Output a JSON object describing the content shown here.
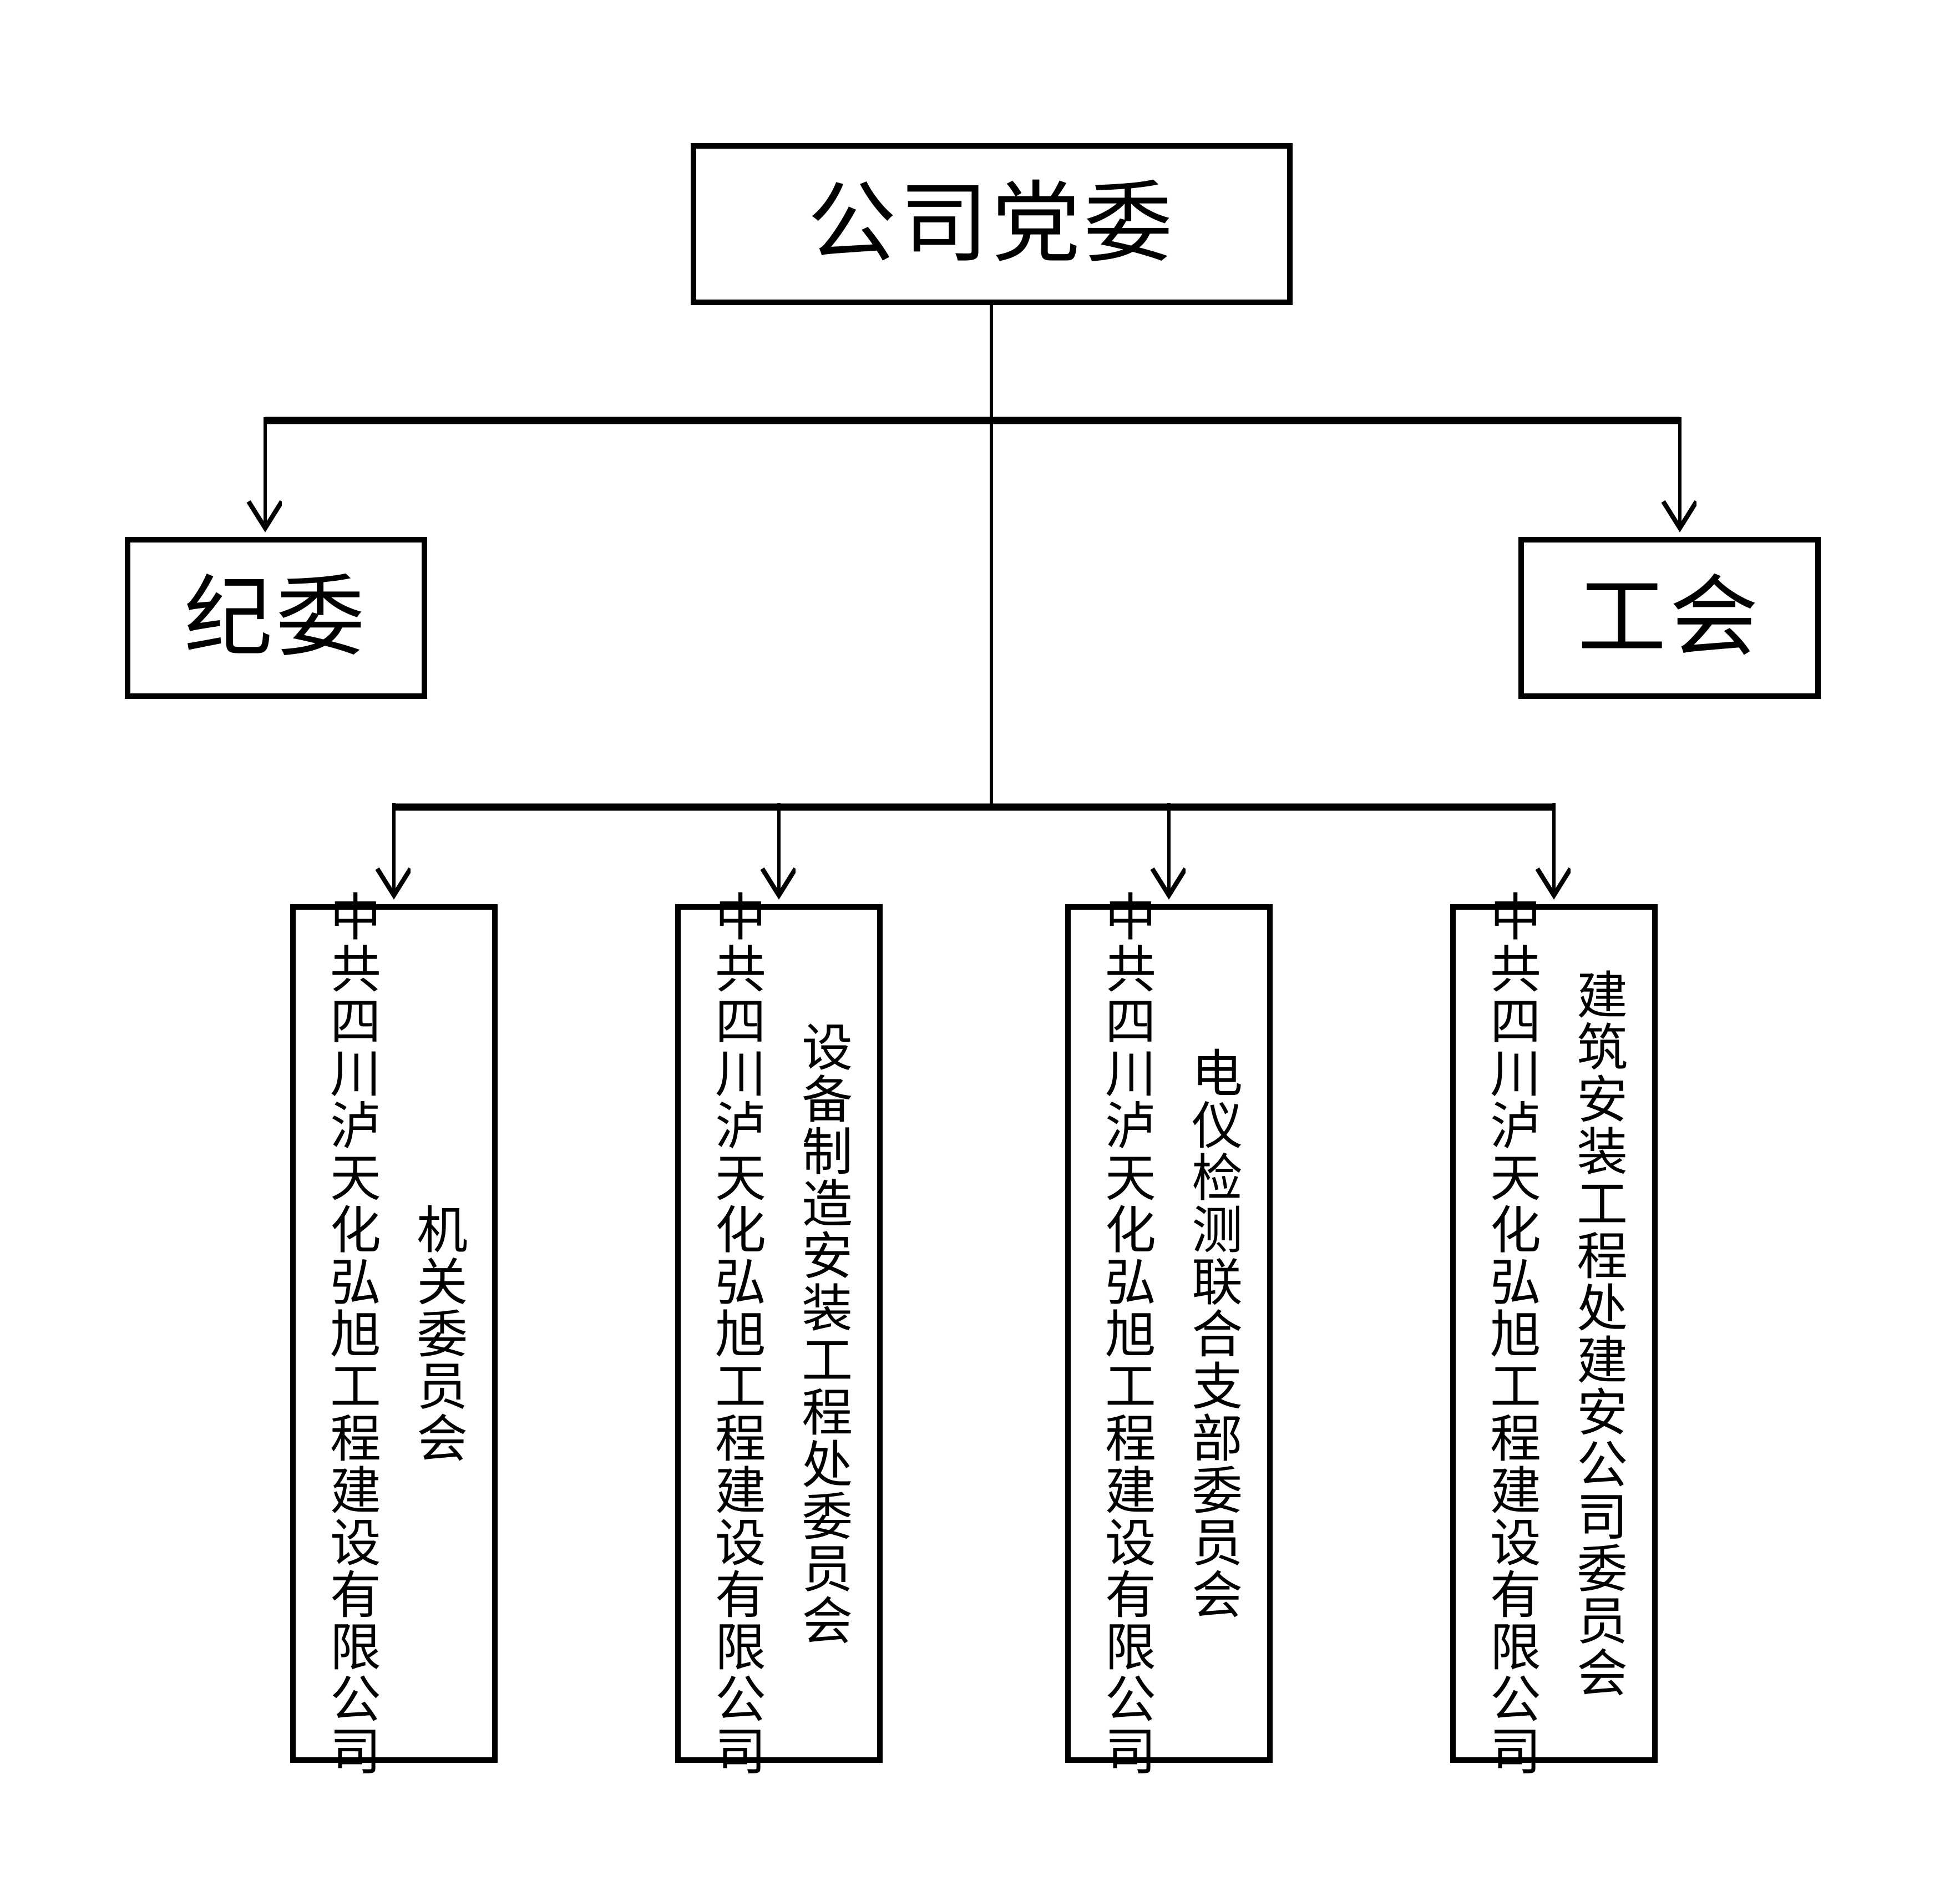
{
  "colors": {
    "line": "#000000",
    "background": "#ffffff",
    "text": "#000000"
  },
  "org_chart": {
    "root": {
      "label": "公司党委"
    },
    "level1": [
      {
        "label": "纪委"
      },
      {
        "label": "工会"
      }
    ],
    "branches": [
      {
        "company": "中共四川泸天化弘旭工程建设有限公司",
        "department": "机关委员会"
      },
      {
        "company": "中共四川泸天化弘旭工程建设有限公司",
        "department": "设备制造安装工程处委员会"
      },
      {
        "company": "中共四川泸天化弘旭工程建设有限公司",
        "department": "电仪检测联合支部委员会"
      },
      {
        "company": "中共四川泸天化弘旭工程建设有限公司",
        "department": "建筑安装工程处建安公司委员会"
      }
    ]
  }
}
